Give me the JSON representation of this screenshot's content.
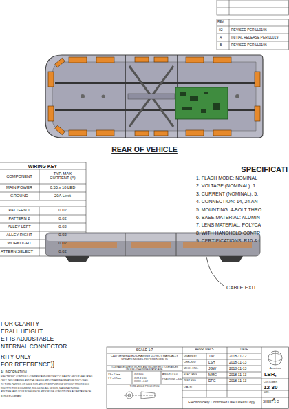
{
  "diagram": {
    "labels": [
      "REV.",
      "02",
      "REVISED PER LL0196",
      "A",
      "INITIAL RELEASE PER LL019",
      "B",
      "REVISED PER LL0196",
      "REAR OF VEHICLE",
      "WIRING KEY",
      "COMPONENT",
      "TYP. MAX CURRENT (A)",
      "MAIN POWER",
      "0.55 x 10 LED",
      "GROUND",
      "20A Limit",
      "PATTERN 1",
      "0.02",
      "PATTERN 2",
      "0.02",
      "ALLEY LEFT",
      "0.02",
      "ALLEY RIGHT",
      "0.02",
      "WORKLIGHT",
      "0.02",
      "ATTERN SELECT",
      "0.02",
      "SPECIFICATI",
      "1. FLASH MODE: NOMINAL",
      "2. VOLTAGE (NOMINAL): 1",
      "3. CURRENT (NOMINAL): 5.",
      "4. CONNECTION: 14, 24 AN",
      "5. MOUNTING: 4-BOLT THRO",
      "6. BASE MATERIAL: ALUMIN",
      "7. LENS MATERIAL: POLYCA",
      "8. WITH HANDHELD CONTR",
      "9. CERTIFICATIONS: R10 & I",
      "CABLE EXIT",
      "FOR CLARITY",
      "ERALL HEIGHT",
      "ET IS ADJUSTABLE",
      "NTERNAL CONNECTOR",
      "RITY ONLY",
      "FOR REFERENCE)]",
      "AL INFORMATION",
      "ELECTRONIC CONTROLS COMPANY AND/OR ITS ECCO SAFETY GROUP AFFILIATES",
      "ONLY. THIS DRAWING AND THE DESIGN AND OTHER INFORMATION DISCLOSED",
      "TO THIRD PARTIES OR USED FOR ANY OTHER PURPOSE WITHOUT PRIOR ECCO",
      "RIGHT TO THIS DOCUMENT, INCLUDING ALL DESIGN, MANUFACTURING",
      "ANY TIME. AND YOUR POSSESSION AND/OR USE CONSTITUTES ACCEPTANCE OF",
      "NTROLS COMPANY",
      "SCALE 1:7",
      "APPROVALS",
      "DATE",
      "CAD GENERATED DRAWING DO NOT MANUALLY UPDATE MODEL REFERENCED IS",
      "TOLERANCES ARE IN INCHES AND MILLIMETERS TOLERANCES UNLESS OTHERWISE STATED ARE:",
      "XX ± 2.5mm",
      "X.X ± 0.5mm",
      "X.X ± 0.1",
      "X.XX ± 0.05",
      "X.XXX ± 0.02",
      "ANGLES ± 0.5°",
      "FRACTIONS ± 1/64",
      "THIRD ANGLE PROJECTION",
      "DRAWN BY",
      "JJP",
      "2018-11-12",
      "CHECKED",
      "LSH",
      "2018-11-13",
      "MECH. ENG.",
      "JGW",
      "2018-11-13",
      "ELEC. ENG.",
      "MMG",
      "2018-11-13",
      "TEST ENG.",
      "DFG",
      "2018-11-13",
      "Q.A.(S)",
      "Electronically Controlled Use Latest Copy",
      "SHEET 1 O",
      "Americas",
      "LBR,",
      "CUSTOMER",
      "12-30",
      "SIZE:",
      "A"
    ]
  }
}
